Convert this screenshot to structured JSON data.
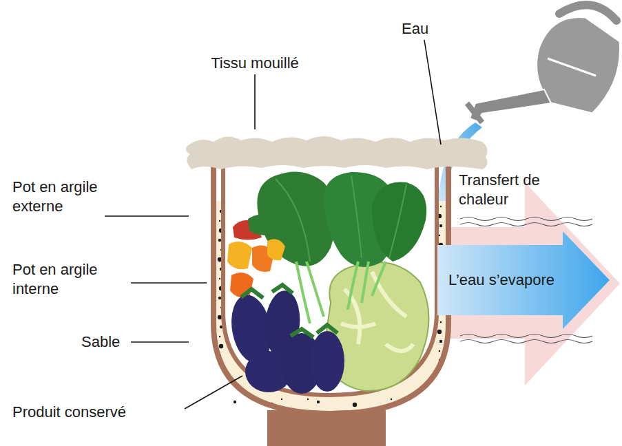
{
  "diagram": {
    "nodes": [
      {
        "text": [
          "L’eau s’evapore"
        ]
      }
    ],
    "labels": [
      "Tissu mouillé",
      "Eau",
      "Pot en argile externe",
      "Pot en argile interne",
      "Sable",
      "Produit conservé",
      "Transfert de chaleur"
    ]
  }
}
